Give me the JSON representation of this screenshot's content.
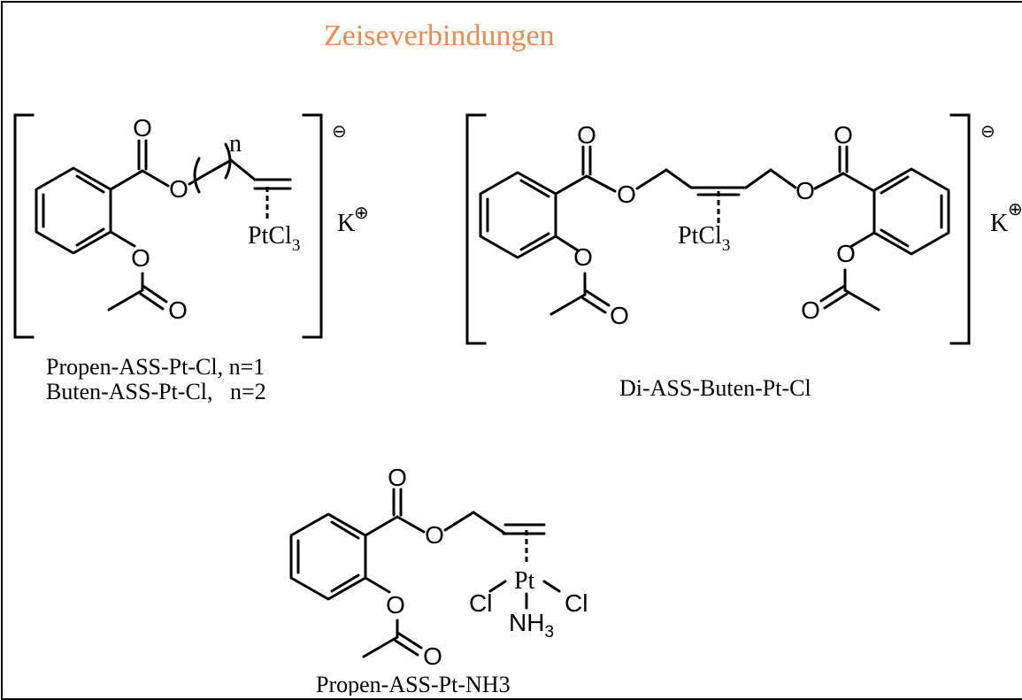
{
  "title": "Zeiseverbindungen",
  "atoms": {
    "O": "O",
    "n": "n",
    "PtCl": "PtCl",
    "three": "3",
    "K": "K",
    "Pt": "Pt",
    "Cl": "Cl",
    "NH": "NH"
  },
  "charges": {
    "minus": "⊖",
    "plus": "⊕"
  },
  "captions": {
    "propen_cl": "Propen-ASS-Pt-Cl, n=1",
    "buten_cl": "Buten-ASS-Pt-Cl,   n=2",
    "di_buten": "Di-ASS-Buten-Pt-Cl",
    "propen_nh3": "Propen-ASS-Pt-NH3"
  }
}
